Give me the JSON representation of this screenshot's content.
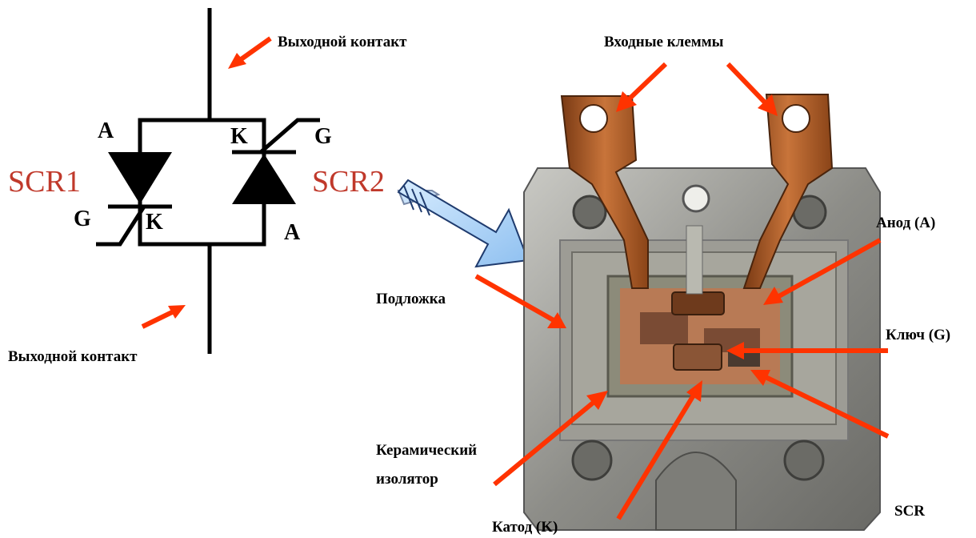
{
  "schematic": {
    "output_top": "Выходной контакт",
    "output_bottom": "Выходной контакт",
    "scr1": "SCR1",
    "scr2": "SCR2",
    "scr1_anode": "A",
    "scr1_gate": "G",
    "scr1_cathode": "K",
    "scr2_cathode": "K",
    "scr2_gate": "G",
    "scr2_anode": "A"
  },
  "photo_labels": {
    "input_terminals": "Входные клеммы",
    "anode": "Анод (А)",
    "substrate": "Подложка",
    "gate": "Ключ (G)",
    "ceramic_insulator_line1": "Керамический",
    "ceramic_insulator_line2": "изолятор",
    "scr": "SCR",
    "cathode": "Катод (K)"
  },
  "colors": {
    "arrow": "#ff3300",
    "scr_text": "#c0392b",
    "big_arrow_fill": "#a9d1f7",
    "big_arrow_stroke": "#1f3b6e",
    "copper": "#b5602c",
    "metal": "#9a9a96"
  }
}
